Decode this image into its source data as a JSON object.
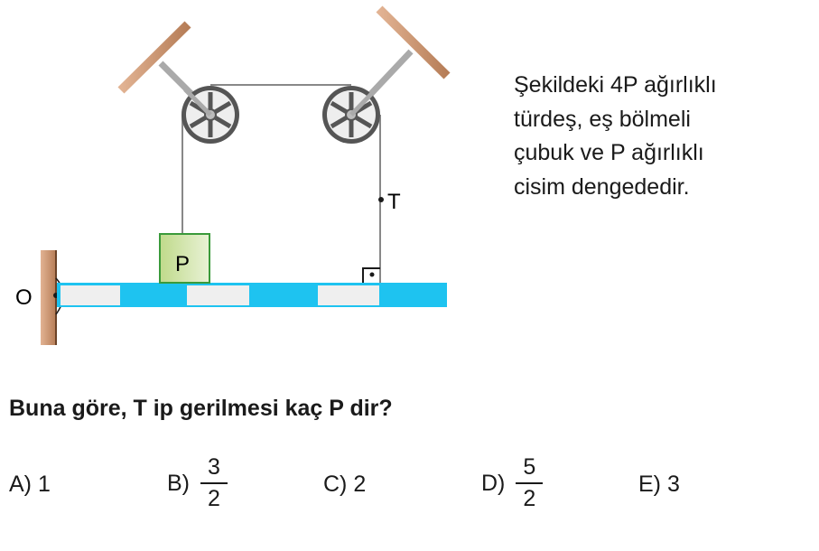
{
  "diagram": {
    "pivot_label": "O",
    "tension_label": "T",
    "block_label": "P",
    "bar_segments": 6,
    "colors": {
      "bar_blue": "#1ec3f0",
      "bar_light": "#efefef",
      "block": "#c9e09a",
      "wood": "#c8906a"
    }
  },
  "description": [
    "Şekildeki 4P ağırlıklı",
    "türdeş, eş bölmeli",
    "çubuk ve P ağırlıklı",
    "cisim dengededir."
  ],
  "question": "Buna göre, T ip gerilmesi kaç P dir?",
  "options": [
    {
      "letter": "A)",
      "value": "1"
    },
    {
      "letter": "B)",
      "num": "3",
      "den": "2"
    },
    {
      "letter": "C)",
      "value": "2"
    },
    {
      "letter": "D)",
      "num": "5",
      "den": "2"
    },
    {
      "letter": "E)",
      "value": "3"
    }
  ]
}
